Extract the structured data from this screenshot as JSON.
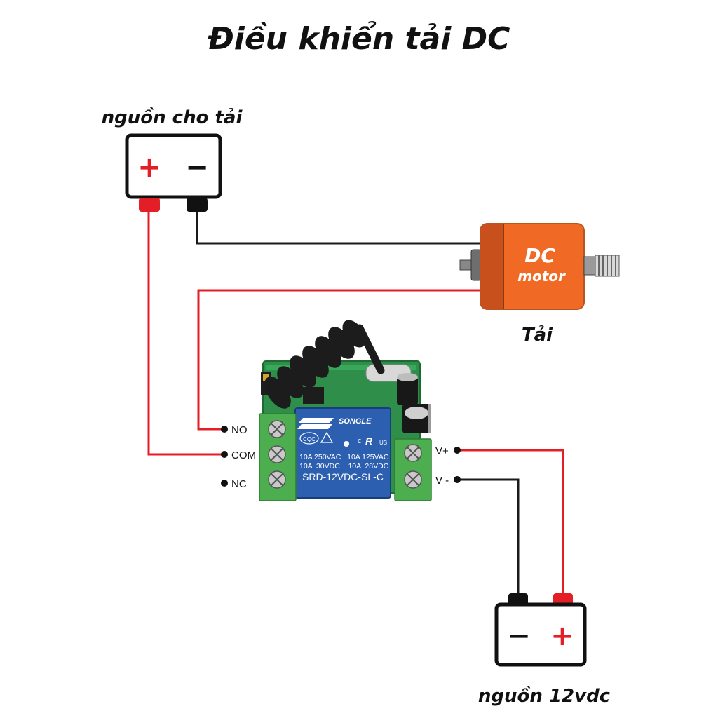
{
  "title": "Điều khiển tải DC",
  "load_power": {
    "label": "nguồn cho tải",
    "plus": "+",
    "minus": "−"
  },
  "motor": {
    "line1": "DC",
    "line2": "motor",
    "caption": "Tải"
  },
  "relay_module": {
    "brand": "SONGLE",
    "cert_left": "CQC",
    "cert_right": "c",
    "ul_mark": "R",
    "us_mark": "US",
    "spec_row1": "10A 250VAC   10A 125VAC",
    "spec_row2": "10A  30VDC    10A  28VDC",
    "model": "SRD-12VDC-SL-C"
  },
  "terminals_left": [
    "NO",
    "COM",
    "NC"
  ],
  "terminals_right": [
    "V+",
    "V -"
  ],
  "supply_12v": {
    "label": "nguồn 12vdc",
    "plus": "+",
    "minus": "−"
  },
  "colors": {
    "wire_red": "#e41e26",
    "wire_black": "#1a1a1a",
    "motor_orange": "#f06a25",
    "motor_dark": "#c8501c",
    "relay_blue": "#2c5fb0",
    "pcb_green": "#2f8f4a",
    "terminal_green": "#4cae4f"
  }
}
